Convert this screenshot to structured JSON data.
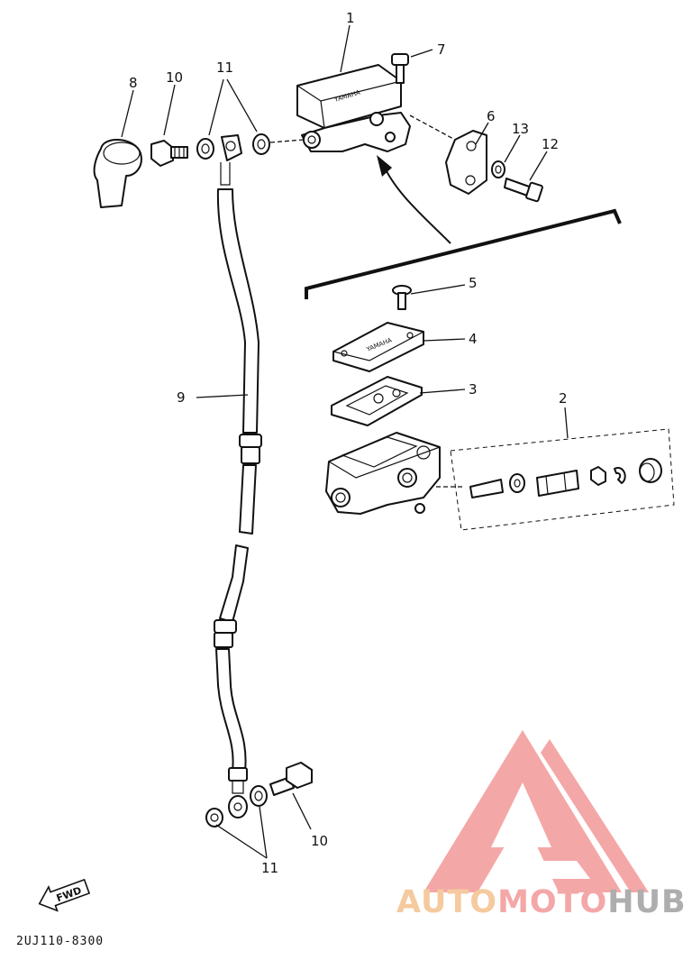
{
  "diagram": {
    "callouts": [
      "1",
      "2",
      "3",
      "4",
      "5",
      "6",
      "7",
      "8",
      "9",
      "10",
      "10",
      "11",
      "11",
      "12",
      "13"
    ],
    "part_code": "2UJ110-8300",
    "fwd_label": "FWD",
    "stamp_text": "YAMAHA"
  },
  "watermark": {
    "brand_auto": "AUTO",
    "brand_moto": "MOTO",
    "brand_hub": "HUB",
    "colors": {
      "triangle": "#f4a3a3",
      "auto": "#f5c89a",
      "moto": "#f4a3a3",
      "hub": "#aaaaaa"
    }
  }
}
